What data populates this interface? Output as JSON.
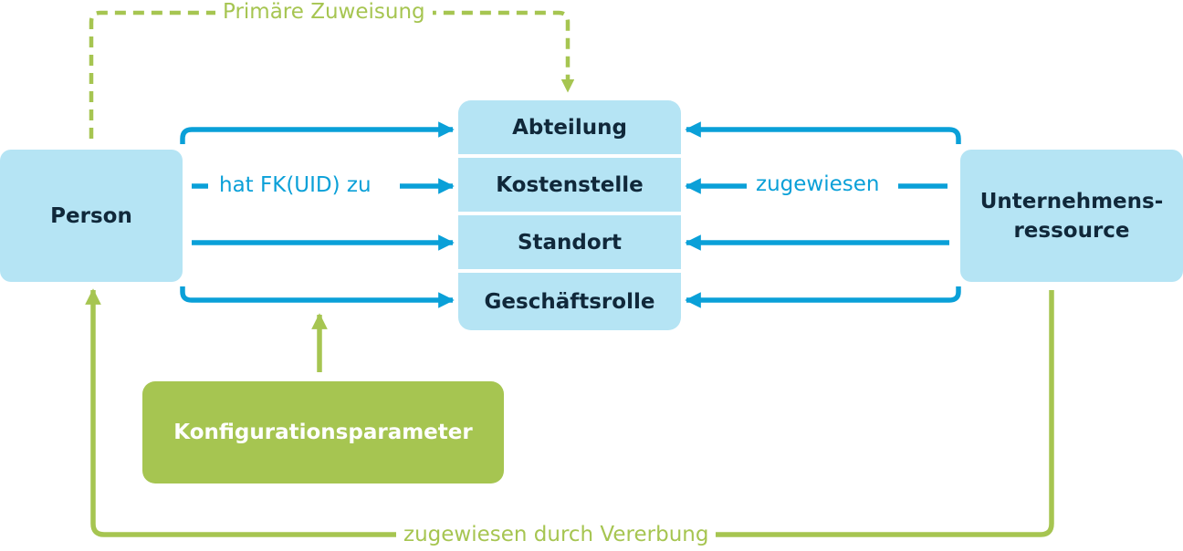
{
  "nodes": {
    "person": "Person",
    "resource_line1": "Unternehmens-",
    "resource_line2": "ressource",
    "config": "Konfigurationsparameter"
  },
  "stack": {
    "abteilung": "Abteilung",
    "kostenstelle": "Kostenstelle",
    "standort": "Standort",
    "geschaeftsrolle": "Geschäftsrolle"
  },
  "labels": {
    "primary": "Primäre Zuweisung",
    "fk": "hat FK(UID) zu",
    "assigned": "zugewiesen",
    "inherited": "zugewiesen durch Vererbung"
  },
  "colors": {
    "box_light": "#b5e4f4",
    "box_green": "#a6c551",
    "connector_blue": "#0aa0d8",
    "connector_green": "#a6c551",
    "text_dark": "#10283a"
  }
}
